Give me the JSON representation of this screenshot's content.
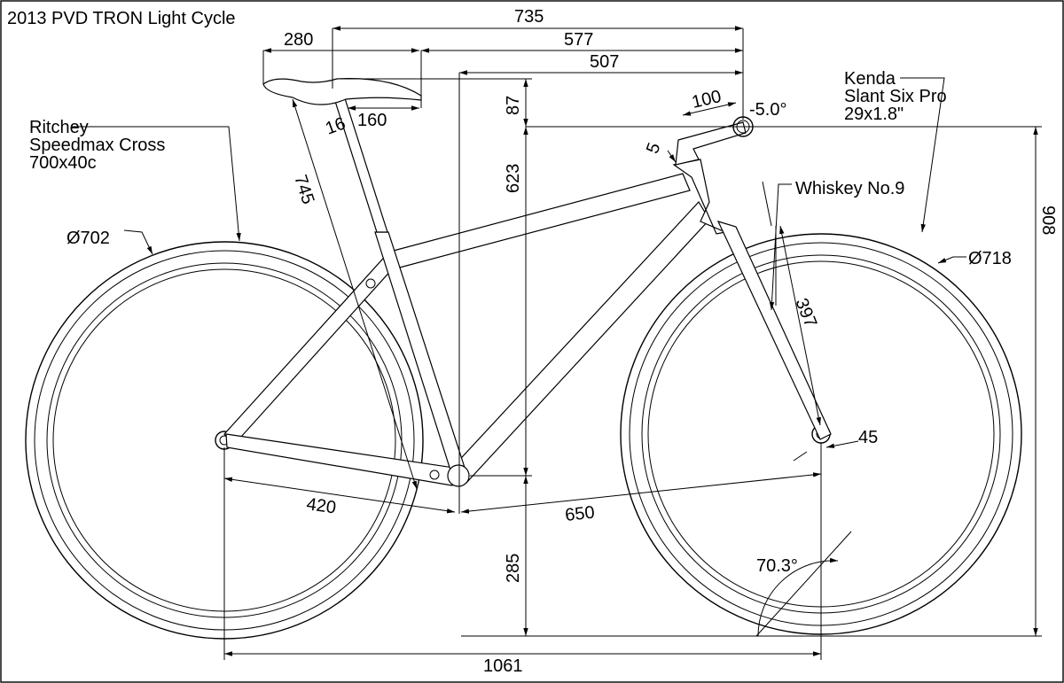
{
  "title": "2013 PVD TRON Light Cycle",
  "labels": {
    "rear_tire": [
      "Ritchey",
      "Speedmax Cross",
      "700x40c"
    ],
    "front_tire": [
      "Kenda",
      "Slant Six Pro",
      "29x1.8\""
    ],
    "fork": "Whiskey No.9",
    "rear_diameter": "Ø702",
    "front_diameter": "Ø718"
  },
  "dimensions": {
    "reach_saddle_to_bar": "735",
    "saddle_length": "280",
    "saddle_nose_to_bar": "577",
    "bb_to_bar": "507",
    "saddle_setback": "160",
    "saddle_offset": "16",
    "saddle_drop": "87",
    "seat_height": "745",
    "bar_height_above_bb": "623",
    "bb_height": "285",
    "stack_ground": "908",
    "wheelbase": "1061",
    "chainstay": "420",
    "front_center": "650",
    "stem_length": "100",
    "stem_angle": "-5.0°",
    "spacer": "5",
    "fork_length": "397",
    "fork_offset": "45",
    "head_angle": "70.3°"
  }
}
